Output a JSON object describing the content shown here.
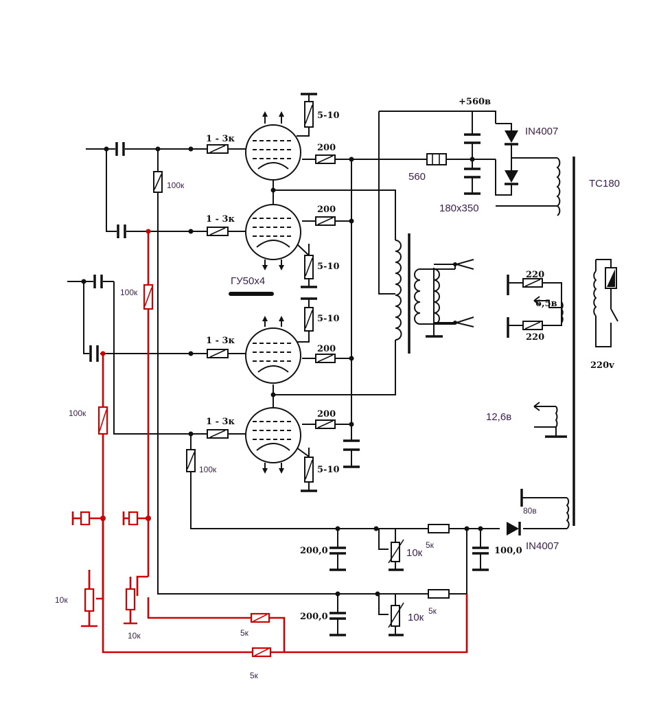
{
  "labels": {
    "supply_voltage": "+560в",
    "diode_top": "IN4007",
    "transformer": "TC180",
    "res_560": "560",
    "cap_180x350": "180x350",
    "tubes": "ГУ50х4",
    "grid_res": "1 - 3к",
    "screen_res": "200",
    "cath_res": "5-10",
    "leak_res": "100к",
    "heater_res": "220",
    "heater_v": "6,5в",
    "mains": "220v",
    "aux_v": "12,6в",
    "bias_v": "80в",
    "diode_bottom": "IN4007",
    "cap_200": "200,0",
    "cap_100": "100,0",
    "pot_10k": "10к",
    "res_5k": "5к"
  }
}
